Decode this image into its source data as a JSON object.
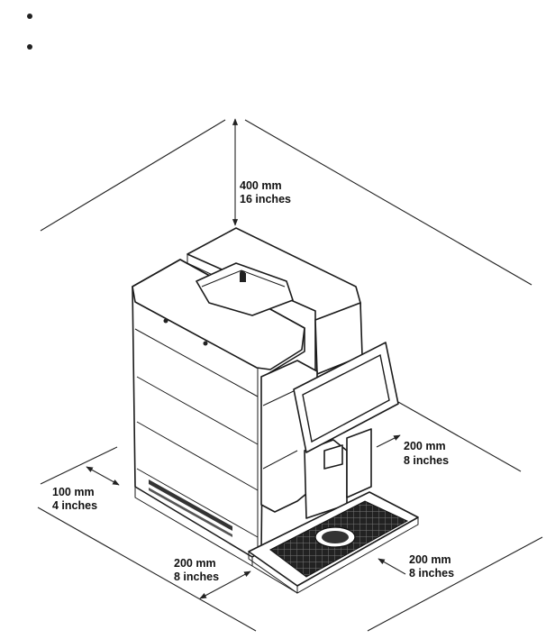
{
  "bullets": [
    "",
    ""
  ],
  "dimensions": {
    "top": {
      "metric": "400 mm",
      "imperial": "16 inches"
    },
    "left": {
      "metric": "100 mm",
      "imperial": "4 inches"
    },
    "front": {
      "metric": "200 mm",
      "imperial": "8 inches"
    },
    "right_upper": {
      "metric": "200 mm",
      "imperial": "8 inches"
    },
    "right_lower": {
      "metric": "200 mm",
      "imperial": "8 inches"
    }
  }
}
